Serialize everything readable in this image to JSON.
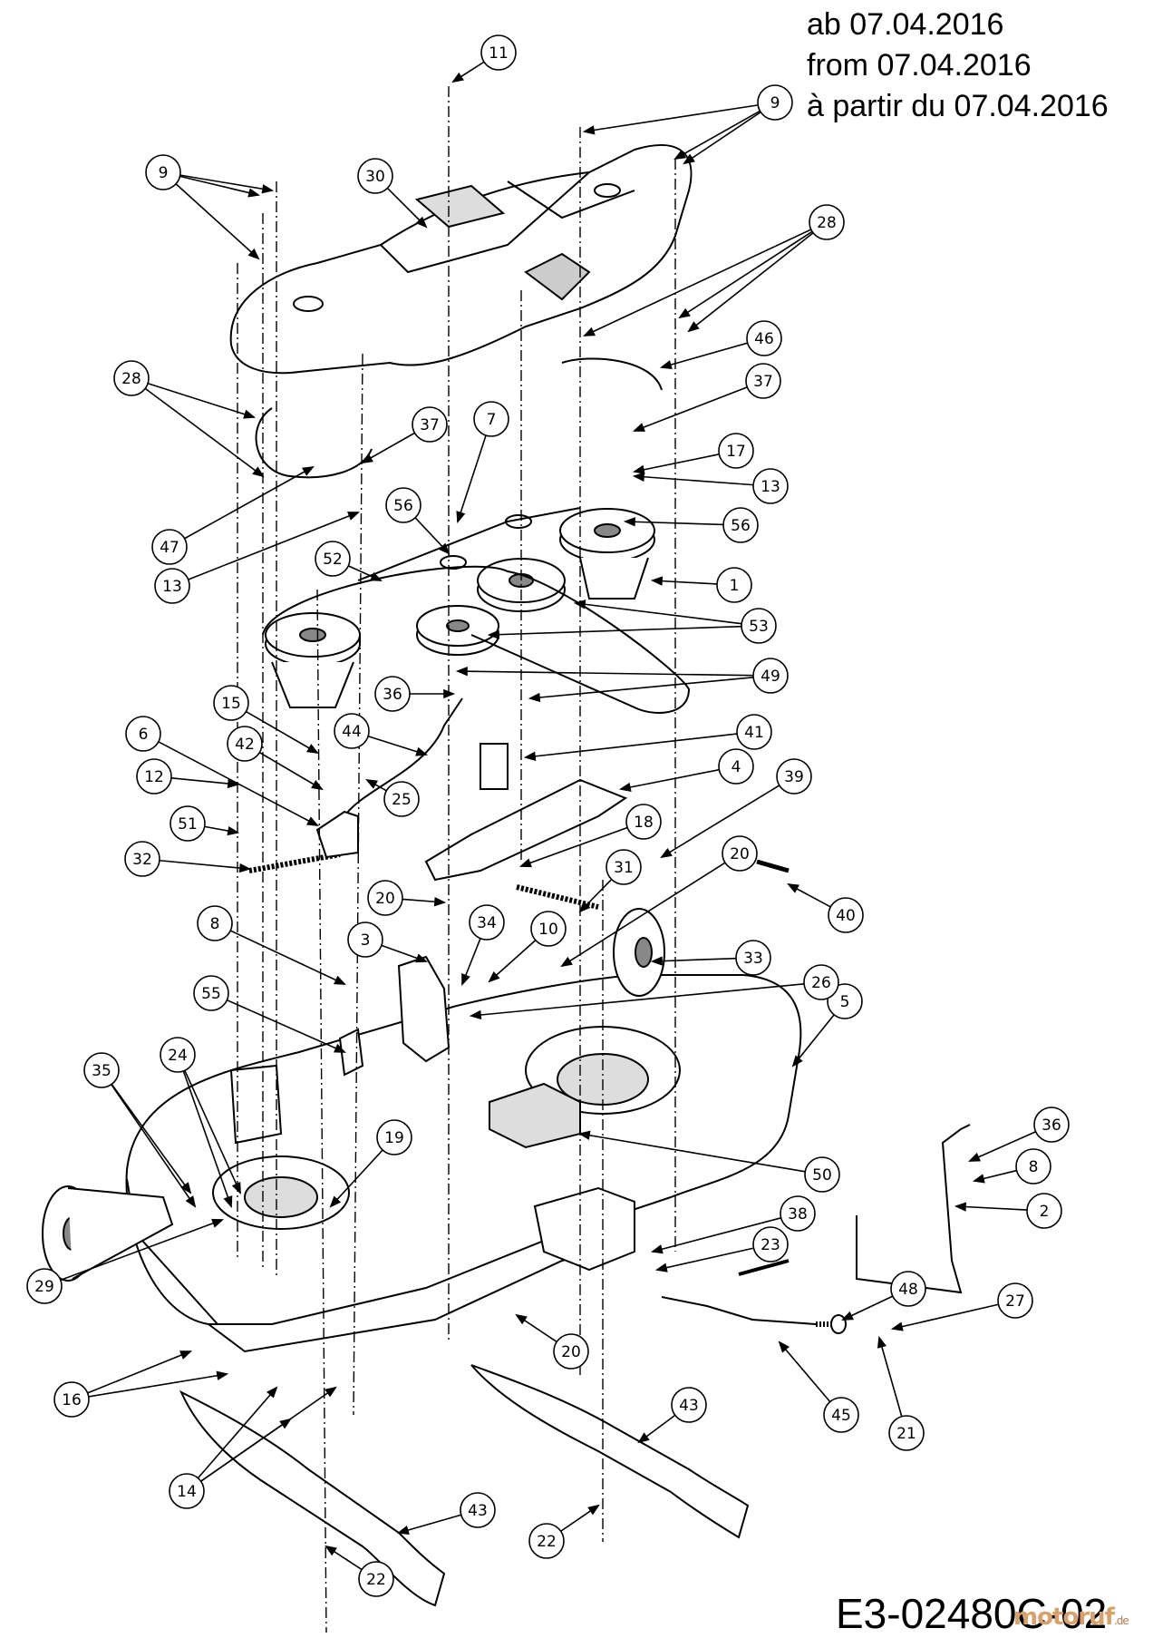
{
  "header": {
    "line_de": "ab 07.04.2016",
    "line_en": "from 07.04.2016",
    "line_fr": "à partir du 07.04.2016"
  },
  "diagram_code": "E3-02480C-02",
  "watermark": {
    "text": "motoruf",
    "tld": ".de",
    "color": "#d9a06a"
  },
  "callout_labels": [
    "1",
    "2",
    "3",
    "4",
    "5",
    "6",
    "7",
    "8",
    "9",
    "10",
    "11",
    "12",
    "13",
    "14",
    "15",
    "16",
    "17",
    "18",
    "19",
    "20",
    "21",
    "22",
    "23",
    "24",
    "25",
    "26",
    "27",
    "28",
    "29",
    "30",
    "31",
    "32",
    "33",
    "34",
    "35",
    "36",
    "37",
    "38",
    "39",
    "40",
    "41",
    "42",
    "43",
    "44",
    "45",
    "46",
    "47",
    "48",
    "49",
    "50",
    "51",
    "52",
    "53",
    "55",
    "56"
  ],
  "colors": {
    "line": "#000000",
    "part_fill": "#ffffff",
    "shade": "#b8b8b8"
  }
}
